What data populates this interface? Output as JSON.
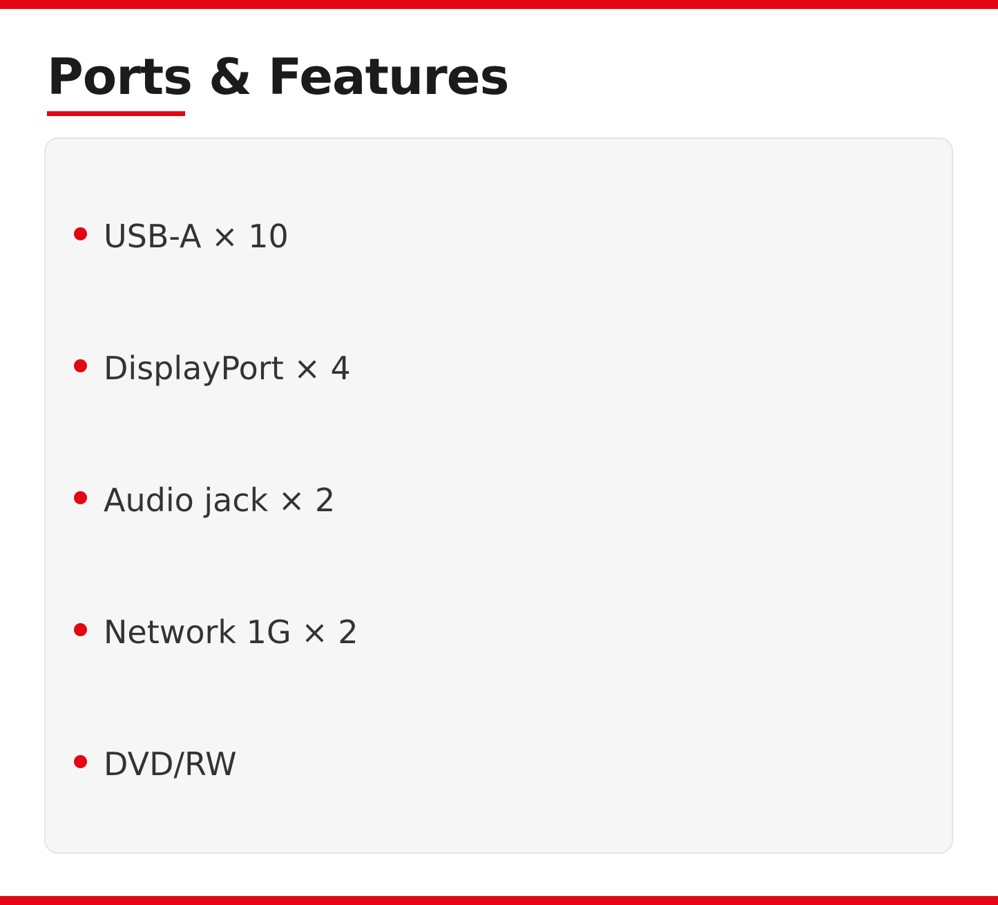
{
  "page": {
    "title": "Ports & Features"
  },
  "colors": {
    "accent": "#e30613",
    "card_background": "#f6f6f6",
    "card_border": "#e4e4e4",
    "title_text": "#1b1b1b",
    "body_text": "#333333"
  },
  "features": {
    "items": [
      {
        "label": "USB-A × 10",
        "icon": "bullet-dot-icon"
      },
      {
        "label": "DisplayPort × 4",
        "icon": "bullet-dot-icon"
      },
      {
        "label": "Audio jack × 2",
        "icon": "bullet-dot-icon"
      },
      {
        "label": "Network 1G × 2",
        "icon": "bullet-dot-icon"
      },
      {
        "label": "DVD/RW",
        "icon": "bullet-dot-icon"
      }
    ]
  }
}
